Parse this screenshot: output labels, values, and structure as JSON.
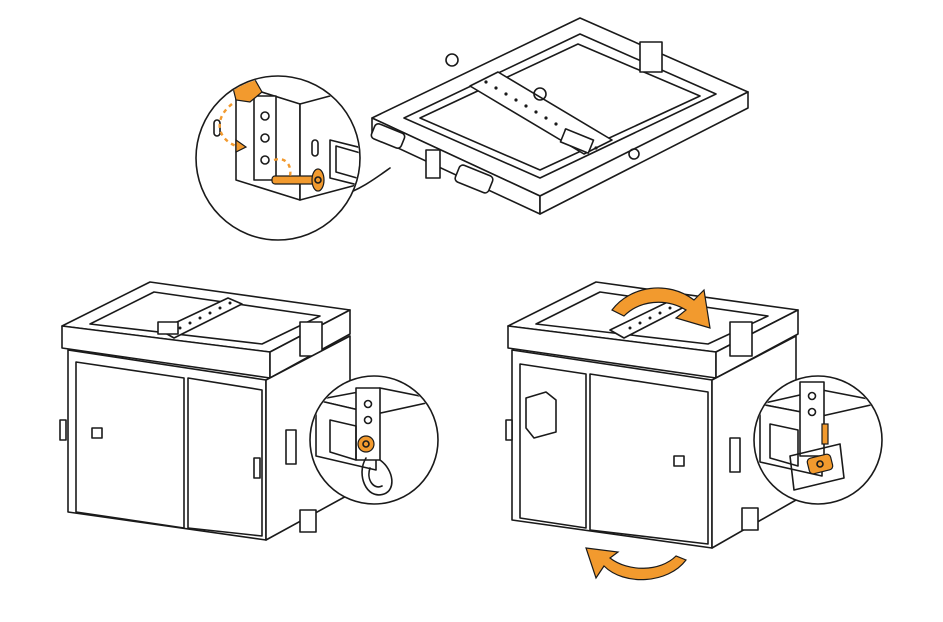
{
  "figure": {
    "panels": [
      {
        "id": "top",
        "subject": "rigging-frame",
        "detail": "pin-and-lock-zoom"
      },
      {
        "id": "bottom-left",
        "subject": "cabinet-with-frame-attached",
        "detail": "pin-inserted-zoom"
      },
      {
        "id": "bottom-right",
        "subject": "cabinet-rotation",
        "detail": "pin-lock-zoom"
      }
    ],
    "colors": {
      "line": "#1a1a1a",
      "accent": "#F29A2E",
      "background": "#ffffff"
    }
  }
}
